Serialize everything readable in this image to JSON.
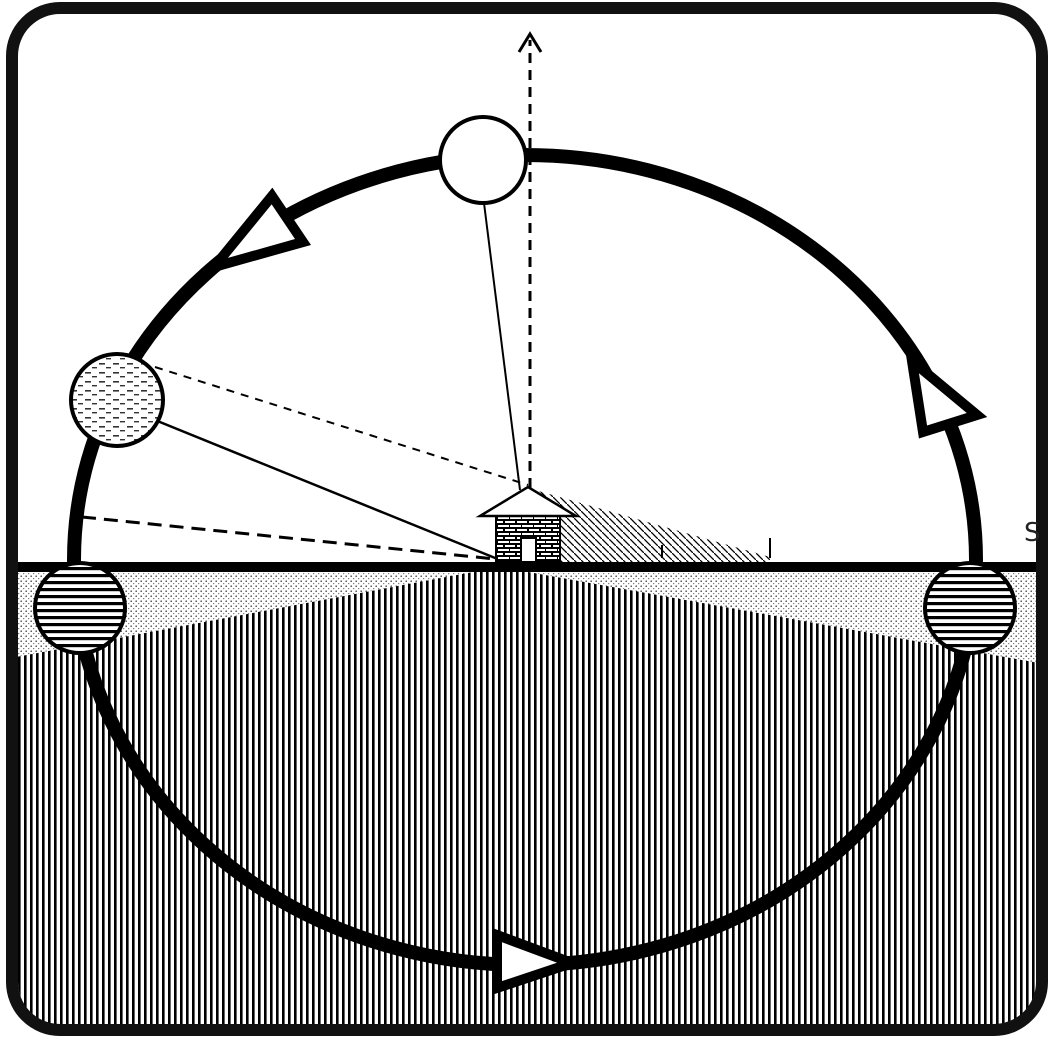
{
  "diagram": {
    "edge_label": "S",
    "colors": {
      "ink": "#000000",
      "paper": "#ffffff",
      "frame": "#111111"
    },
    "patterns": {
      "underground": "vertical-stripes",
      "ground-band": "stipple-dots",
      "night-sun": "horizontal-stripes",
      "low-sun": "dashed-fill",
      "noon-sun": "blank",
      "shadow": "diagonal-hatch"
    },
    "icons": [
      "house-icon",
      "sun-icon",
      "arrowhead-icon",
      "zenith-arrow-icon"
    ]
  }
}
